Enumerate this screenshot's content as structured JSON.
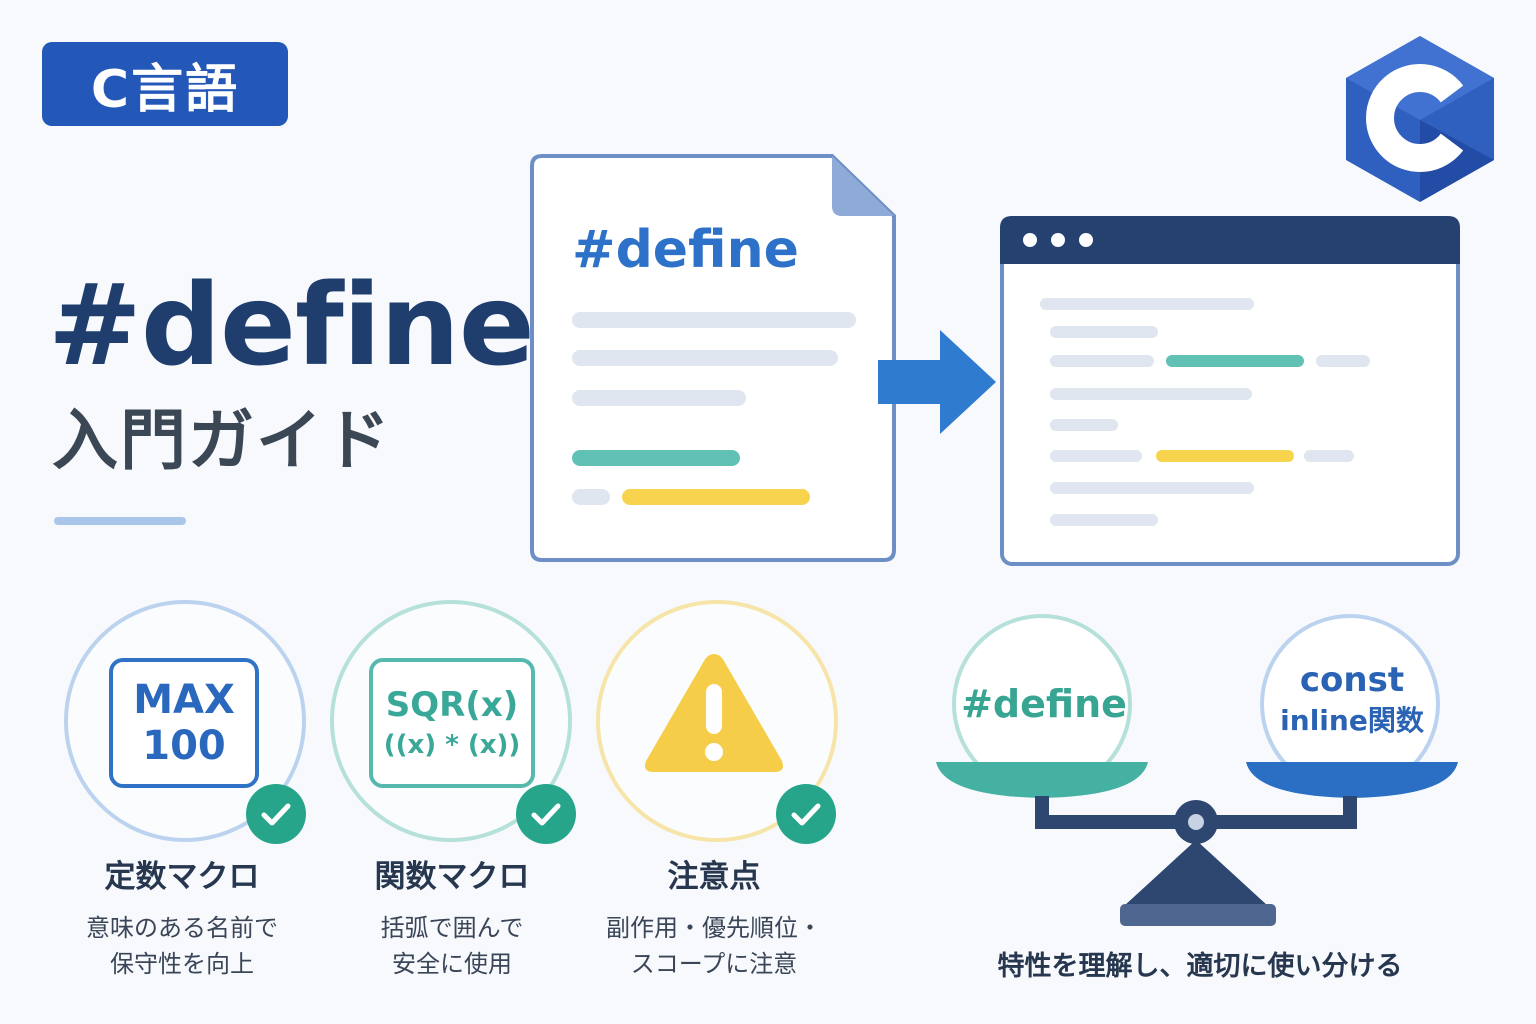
{
  "badge": {
    "label": "C言語"
  },
  "hero": {
    "title": "#define",
    "subtitle": "入門ガイド"
  },
  "document": {
    "label": "#define"
  },
  "features": [
    {
      "icon": "max-box-icon",
      "box_line1": "MAX",
      "box_line2": "100",
      "title": "定数マクロ",
      "desc_line1": "意味のある名前で",
      "desc_line2": "保守性を向上"
    },
    {
      "icon": "function-box-icon",
      "box_line1": "SQR(x)",
      "box_line2": "((x) * (x))",
      "title": "関数マクロ",
      "desc_line1": "括弧で囲んで",
      "desc_line2": "安全に使用"
    },
    {
      "icon": "warning-icon",
      "title": "注意点",
      "desc_line1": "副作用・優先順位・",
      "desc_line2": "スコープに注意"
    }
  ],
  "scale": {
    "left_label": "#define",
    "right_line1": "const",
    "right_line2": "inline関数",
    "caption": "特性を理解し、適切に使い分ける"
  },
  "colors": {
    "brand": "#2357b8",
    "teal": "#3fb5a6",
    "yellow": "#f5cf46",
    "navy": "#1f3e6e",
    "check": "#26a58a"
  }
}
